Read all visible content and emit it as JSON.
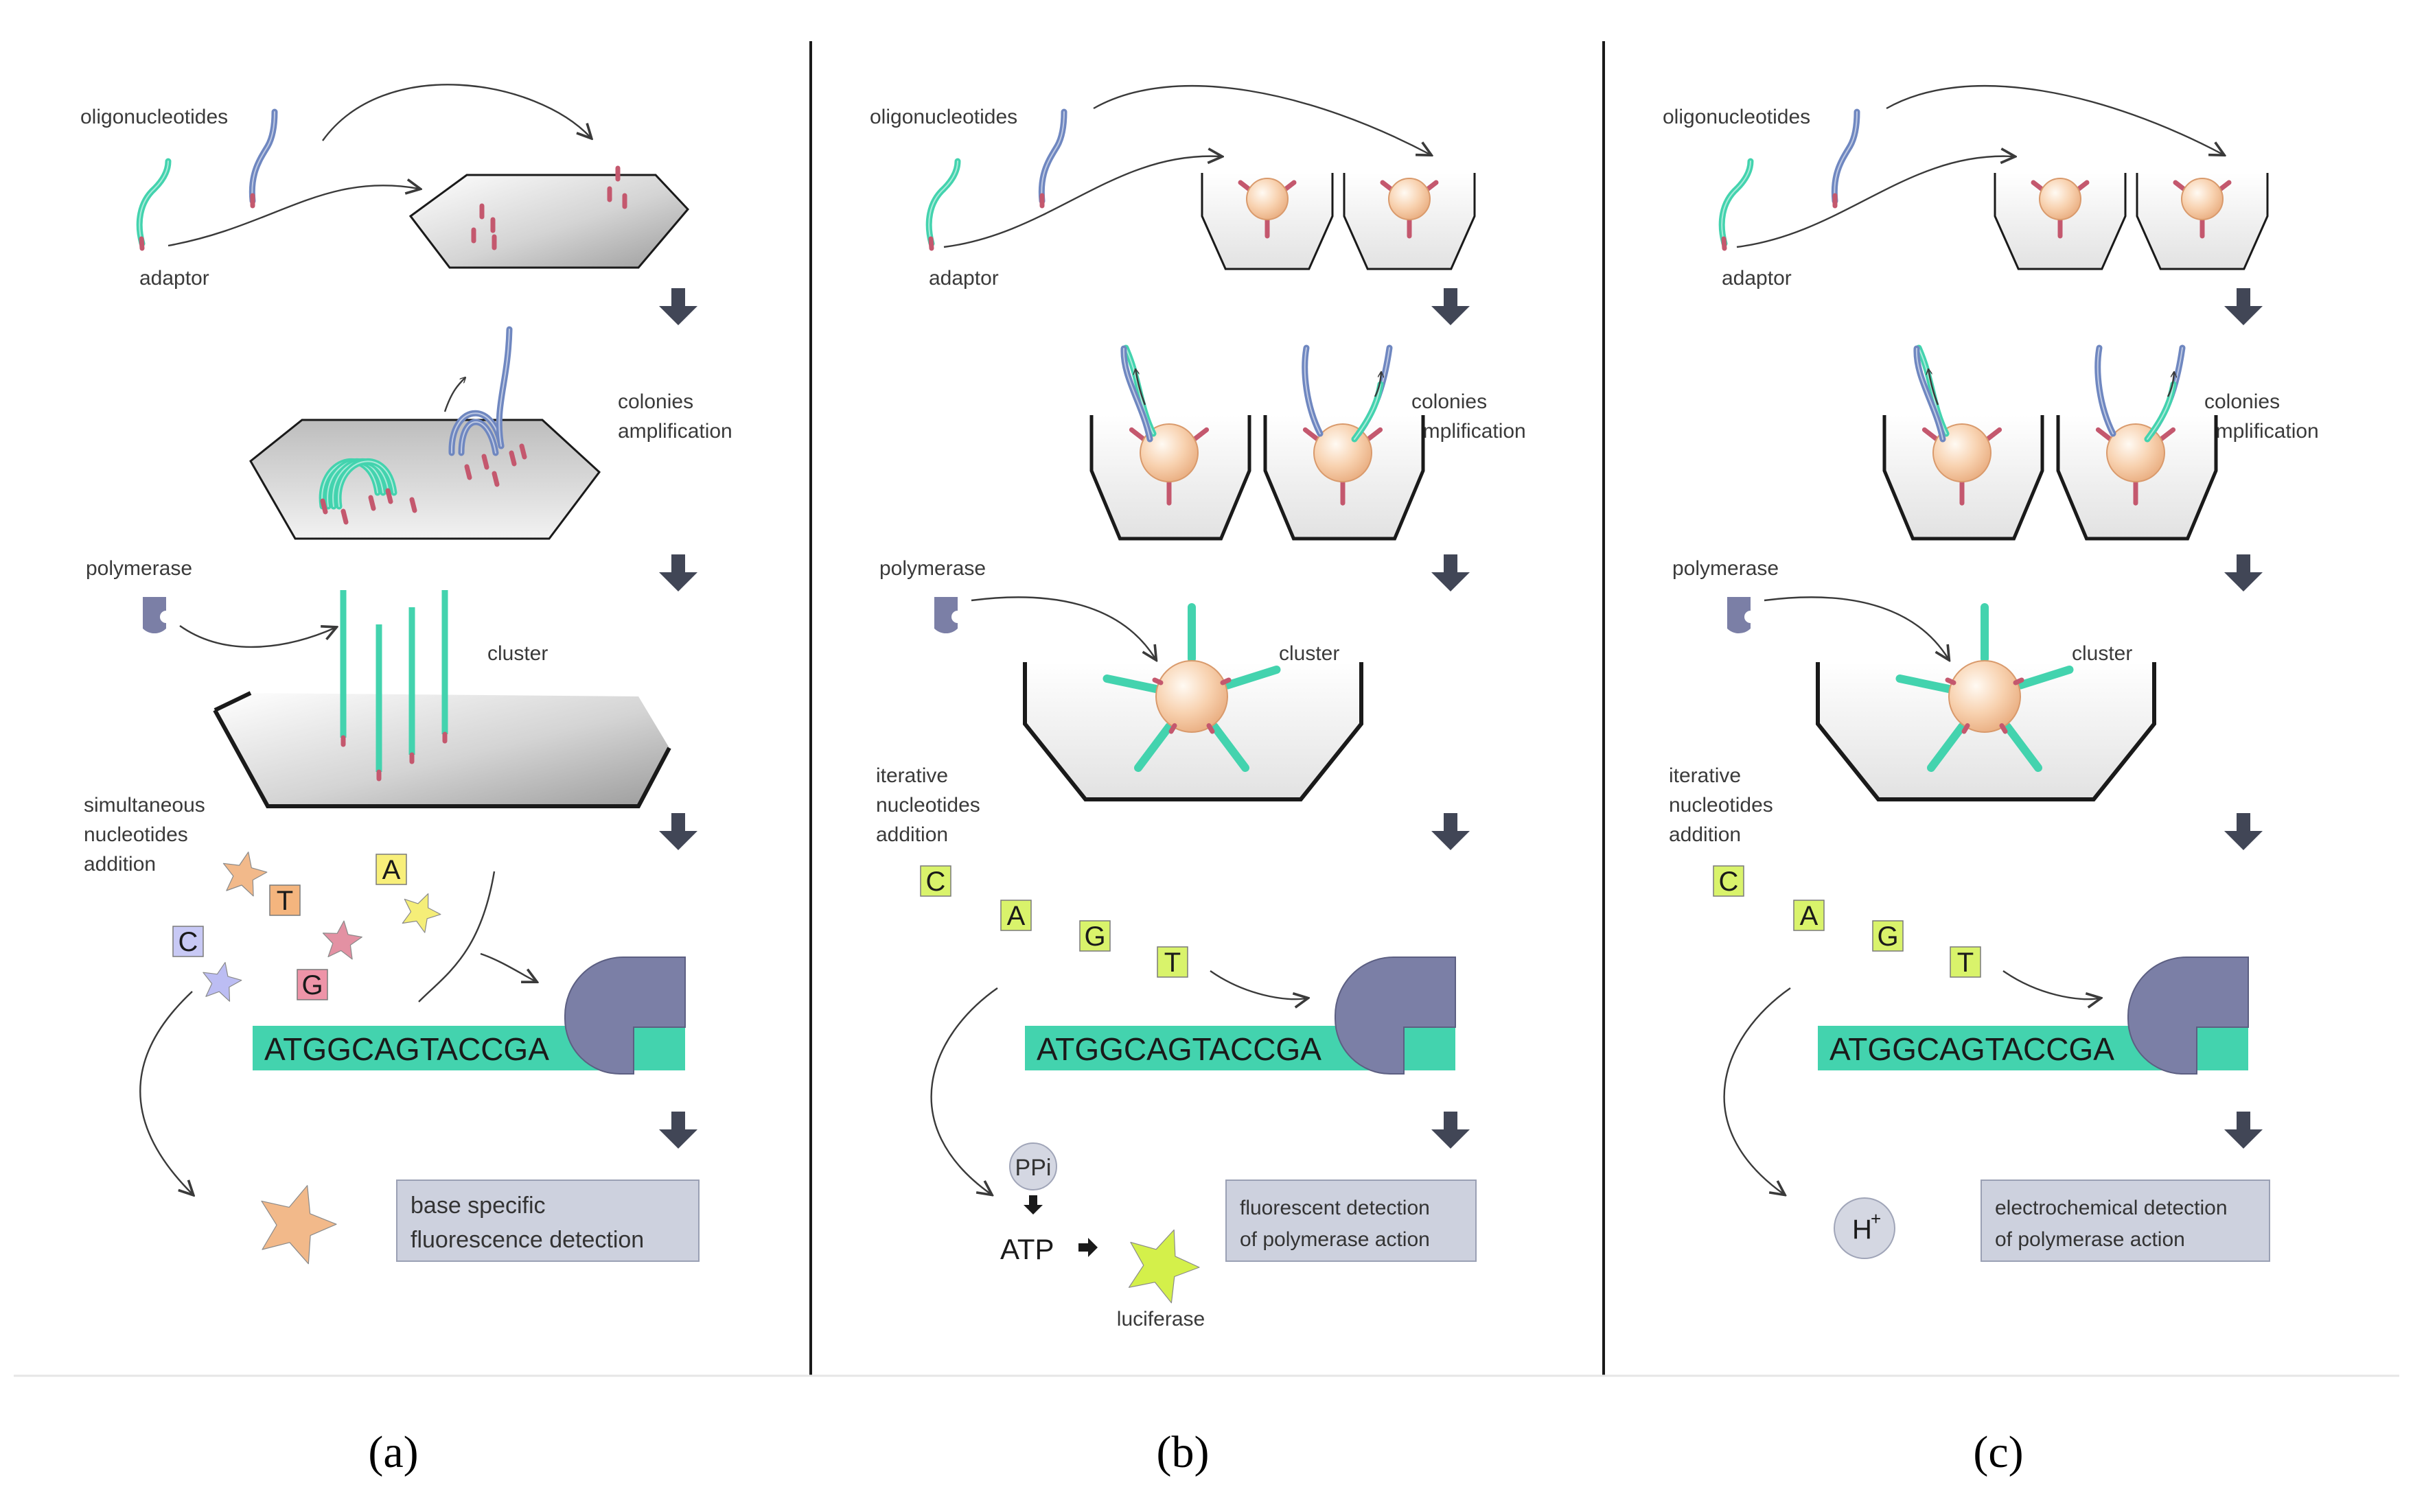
{
  "panels": [
    {
      "caption": "(a)",
      "oligonucleotides": "oligonucleotides",
      "adaptor": "adaptor",
      "colonies": [
        "colonies",
        "amplification"
      ],
      "polymerase": "polymerase",
      "cluster": "cluster",
      "addition": [
        "simultaneous",
        "nucleotides",
        "addition"
      ],
      "sequence": "ATGGCAGTACCGA",
      "nucleotides": [
        "C",
        "T",
        "G",
        "A"
      ],
      "detection": [
        "base specific",
        "fluorescence detection"
      ]
    },
    {
      "caption": "(b)",
      "oligonucleotides": "oligonucleotides",
      "adaptor": "adaptor",
      "colonies": [
        "colonies",
        "amplification"
      ],
      "polymerase": "polymerase",
      "cluster": "cluster",
      "addition": [
        "iterative",
        "nucleotides",
        "addition"
      ],
      "sequence": "ATGGCAGTACCGA",
      "nucleotides": [
        "C",
        "A",
        "G",
        "T"
      ],
      "detection": [
        "fluorescent detection",
        "of polymerase action"
      ],
      "ppi": "PPi",
      "atp": "ATP",
      "luciferase": "luciferase"
    },
    {
      "caption": "(c)",
      "oligonucleotides": "oligonucleotides",
      "adaptor": "adaptor",
      "colonies": [
        "colonies",
        "amplification"
      ],
      "polymerase": "polymerase",
      "cluster": "cluster",
      "addition": [
        "iterative",
        "nucleotides",
        "addition"
      ],
      "sequence": "ATGGCAGTACCGA",
      "nucleotides": [
        "C",
        "A",
        "G",
        "T"
      ],
      "detection": [
        "electrochemical detection",
        "of polymerase action"
      ],
      "hplus": "H",
      "hplus_sup": "+"
    }
  ],
  "colors": {
    "teal": "#43d3ae",
    "blue_strand": "#6f87c0",
    "pink_tip": "#c4586e",
    "polymerase": "#7b7fa6",
    "bead": "#f4c49e",
    "arrow": "#414656",
    "box": "#cdd1de",
    "nuc_green": "#d9f36b"
  }
}
